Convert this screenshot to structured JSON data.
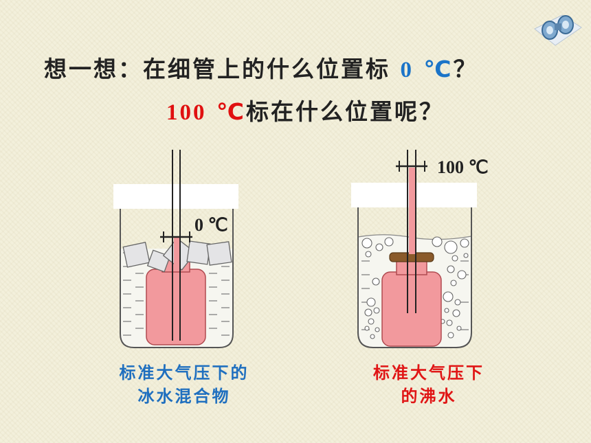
{
  "title": {
    "line1_prefix": "想一想：在细管上的什么位置标",
    "line1_value": "0",
    "line1_unit": "℃",
    "line1_suffix": "？",
    "line2_value": "100",
    "line2_unit": "℃",
    "line2_suffix": "标在什么位置呢？"
  },
  "left_apparatus": {
    "mark_label": "0 ℃",
    "caption_line1": "标准大气压下的",
    "caption_line2": "冰水混合物"
  },
  "right_apparatus": {
    "mark_label": "100 ℃",
    "caption_line1": "标准大气压下",
    "caption_line2": "的沸水"
  },
  "colors": {
    "highlight_blue": "#1b74c8",
    "highlight_red": "#e01010",
    "bottle_pink": "#f2999d",
    "background": "#f3f0dc"
  },
  "icons": [
    "binoculars-icon"
  ]
}
